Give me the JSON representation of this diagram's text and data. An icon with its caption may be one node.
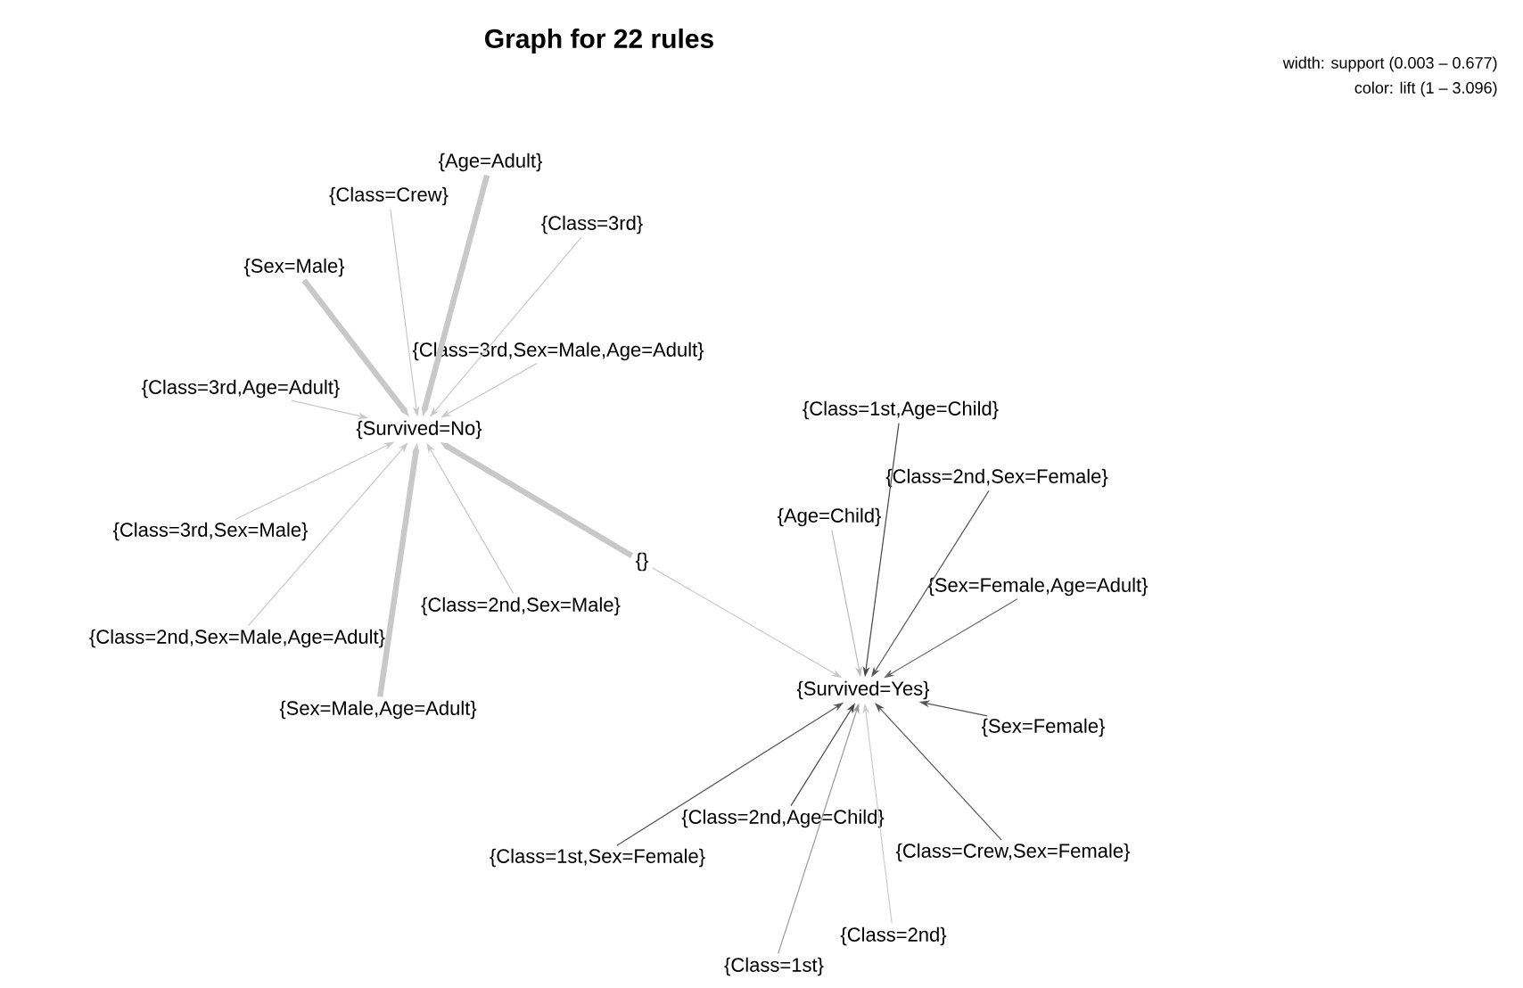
{
  "diagram": {
    "title": "Graph for 22 rules",
    "nodes": [
      {
        "text": [
          "{Age=Adult}"
        ]
      },
      {
        "text": [
          "{Class=Crew}"
        ]
      },
      {
        "text": [
          "{Class=3rd}"
        ]
      },
      {
        "text": [
          "{Sex=Male}"
        ]
      },
      {
        "text": [
          "{Class=3rd,Sex=Male,Age=Adult}"
        ]
      },
      {
        "text": [
          "{Class=3rd,Age=Adult}"
        ]
      },
      {
        "text": [
          "{Survived=No}"
        ]
      },
      {
        "text": [
          "{Class=3rd,Sex=Male}"
        ]
      },
      {
        "text": [
          "{Class=2nd,Sex=Male}"
        ]
      },
      {
        "text": [
          "{Class=2nd,Sex=Male,Age=Adult}"
        ]
      },
      {
        "text": [
          "{Sex=Male,Age=Adult}"
        ]
      },
      {
        "text": [
          "{}"
        ]
      },
      {
        "text": [
          "{Class=1st,Age=Child}"
        ]
      },
      {
        "text": [
          "{Class=2nd,Sex=Female}"
        ]
      },
      {
        "text": [
          "{Age=Child}"
        ]
      },
      {
        "text": [
          "{Sex=Female,Age=Adult}"
        ]
      },
      {
        "text": [
          "{Survived=Yes}"
        ]
      },
      {
        "text": [
          "{Sex=Female}"
        ]
      },
      {
        "text": [
          "{Class=2nd,Age=Child}"
        ]
      },
      {
        "text": [
          "{Class=1st,Sex=Female}"
        ]
      },
      {
        "text": [
          "{Class=Crew,Sex=Female}"
        ]
      },
      {
        "text": [
          "{Class=2nd}"
        ]
      },
      {
        "text": [
          "{Class=1st}"
        ]
      }
    ],
    "edges": [
      {
        "from": 0,
        "to": 6,
        "arrow": "to",
        "style": "thick"
      },
      {
        "from": 1,
        "to": 6,
        "arrow": "to"
      },
      {
        "from": 2,
        "to": 6,
        "arrow": "to"
      },
      {
        "from": 3,
        "to": 6,
        "arrow": "to",
        "style": "thick"
      },
      {
        "from": 4,
        "to": 6,
        "arrow": "to"
      },
      {
        "from": 5,
        "to": 6,
        "arrow": "to"
      },
      {
        "from": 7,
        "to": 6,
        "arrow": "to"
      },
      {
        "from": 8,
        "to": 6,
        "arrow": "to"
      },
      {
        "from": 9,
        "to": 6,
        "arrow": "to"
      },
      {
        "from": 10,
        "to": 6,
        "arrow": "to",
        "style": "thick"
      },
      {
        "from": 11,
        "to": 6,
        "arrow": "to",
        "style": "thick"
      },
      {
        "from": 11,
        "to": 16,
        "arrow": "to"
      },
      {
        "from": 12,
        "to": 16,
        "arrow": "to",
        "color": "#444444"
      },
      {
        "from": 13,
        "to": 16,
        "arrow": "to",
        "color": "#555555"
      },
      {
        "from": 14,
        "to": 16,
        "arrow": "to",
        "color": "#bbbbbb"
      },
      {
        "from": 15,
        "to": 16,
        "arrow": "to",
        "color": "#666666"
      },
      {
        "from": 17,
        "to": 16,
        "arrow": "to",
        "color": "#555555"
      },
      {
        "from": 18,
        "to": 16,
        "arrow": "to",
        "color": "#444444"
      },
      {
        "from": 19,
        "to": 16,
        "arrow": "to",
        "color": "#555555"
      },
      {
        "from": 20,
        "to": 16,
        "arrow": "to",
        "color": "#555555"
      },
      {
        "from": 21,
        "to": 16,
        "arrow": "to",
        "color": "#cccccc"
      },
      {
        "from": 22,
        "to": 16,
        "arrow": "to",
        "color": "#999999"
      }
    ],
    "labels": [
      "width: support (0.003 – 0.677)",
      "color: lift (1 – 3.096)"
    ]
  }
}
